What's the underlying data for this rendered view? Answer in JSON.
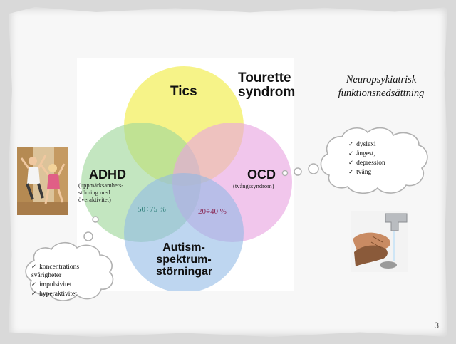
{
  "slide": {
    "subtitle_line1": "Neuropsykiatrisk",
    "subtitle_line2": "funktionsnedsättning",
    "page_number": "3"
  },
  "venn": {
    "tourette_line1": "Tourette",
    "tourette_line2": "syndrom",
    "tics": "Tics",
    "adhd": "ADHD",
    "adhd_note_line1": "(uppmärksamhets-",
    "adhd_note_line2": "störning med",
    "adhd_note_line3": "överaktivitet)",
    "ocd": "OCD",
    "ocd_note": "(tvångssyndrom)",
    "autism_line1": "Autism-",
    "autism_line2": "spektrum-",
    "autism_line3": "störningar",
    "pct_adhd": "50÷75 %",
    "pct_ocd": "20÷40 %",
    "colors": {
      "tics": "#f2ef5a",
      "adhd": "#9ed69a",
      "ocd": "#e8a3e0",
      "autism": "#8fb8e6",
      "pct_adhd": "#2f7f7a",
      "pct_ocd": "#8a2a56"
    }
  },
  "right_bubble": {
    "items": [
      "dyslexi",
      "ångest,",
      "depression",
      "tvång"
    ]
  },
  "left_bubble": {
    "items": [
      "koncentrations svårigheter",
      "impulsivitet",
      "hyperaktivitet"
    ]
  },
  "photos": {
    "kids": "kids-jumping-photo",
    "hands": "hand-washing-photo"
  }
}
